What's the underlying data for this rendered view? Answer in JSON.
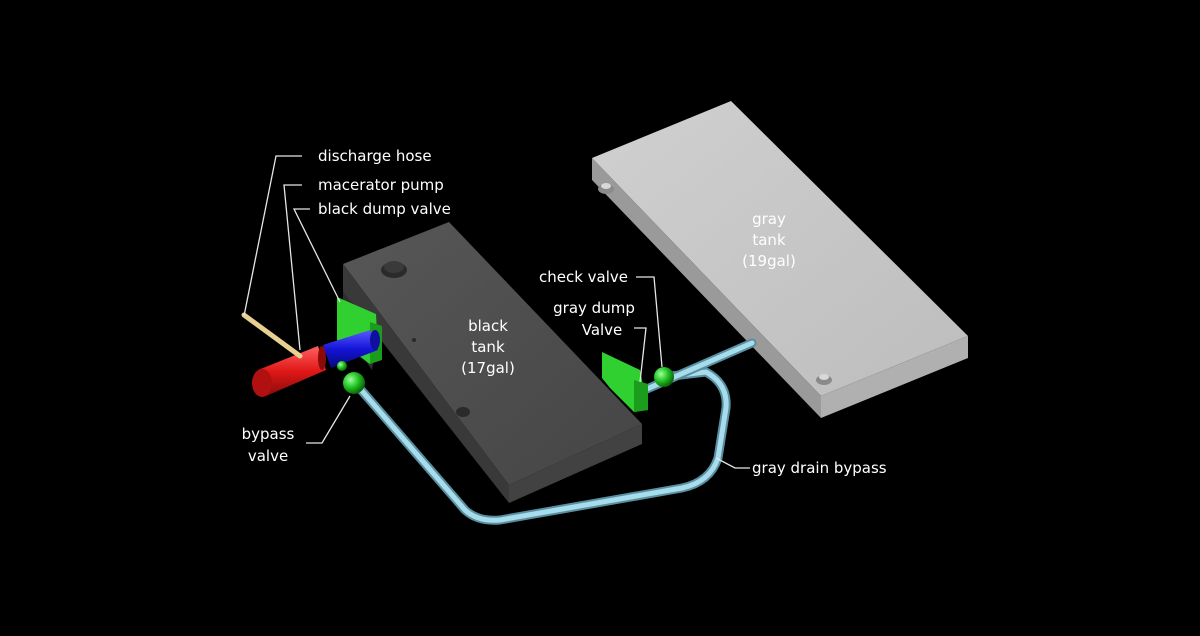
{
  "labels": {
    "discharge_hose": "discharge hose",
    "macerator_pump": "macerator pump",
    "black_dump_valve": "black dump valve",
    "black_tank_line1": "black",
    "black_tank_line2": "tank",
    "black_tank_line3": "(17gal)",
    "gray_tank_line1": "gray",
    "gray_tank_line2": "tank",
    "gray_tank_line3": "(19gal)",
    "check_valve": "check valve",
    "gray_dump_valve_line1": "gray dump",
    "gray_dump_valve_line2": "Valve",
    "bypass_valve_line1": "bypass",
    "bypass_valve_line2": "valve",
    "gray_drain_bypass": "gray drain bypass"
  },
  "colors": {
    "background": "#000000",
    "black_tank": "#4a4a4a",
    "gray_tank": "#c4c4c4",
    "valve_green": "#2fd02f",
    "pump_red": "#e01818",
    "pump_blue": "#1414d8",
    "pipe": "#9fd4e4",
    "hose": "#e8d090",
    "label_text": "#ffffff"
  }
}
